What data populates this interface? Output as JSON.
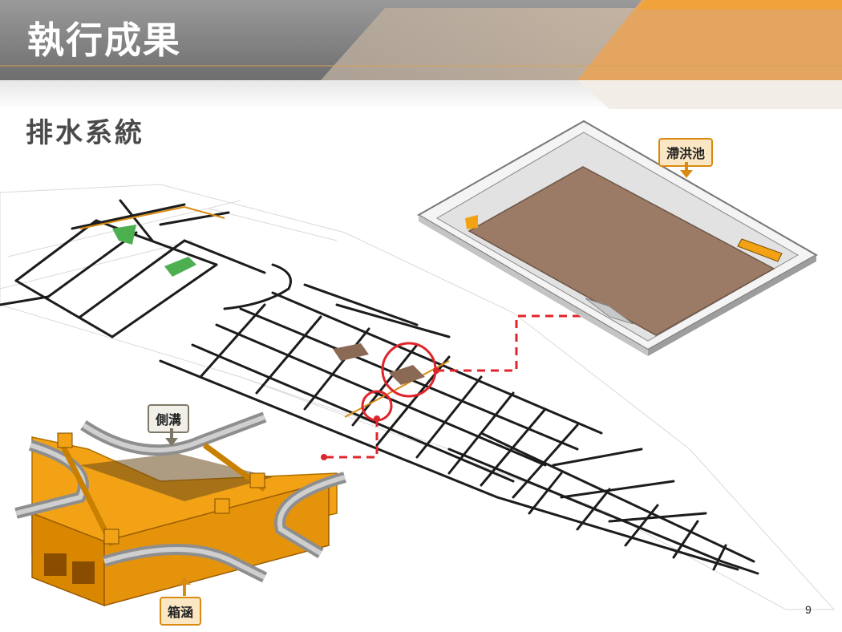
{
  "slide": {
    "title": "執行成果",
    "subtitle": "排水系統",
    "page_number": "9"
  },
  "callouts": {
    "detention_pond": "滯洪池",
    "side_ditch": "側溝",
    "box_culvert": "箱涵"
  },
  "colors": {
    "header_grey": "#8a8a8a",
    "header_accent": "#f0a33a",
    "culvert_orange": "#f2a214",
    "pond_brown": "#9b7b66",
    "marker_red": "#e0242b",
    "green_space": "#4caf50"
  }
}
